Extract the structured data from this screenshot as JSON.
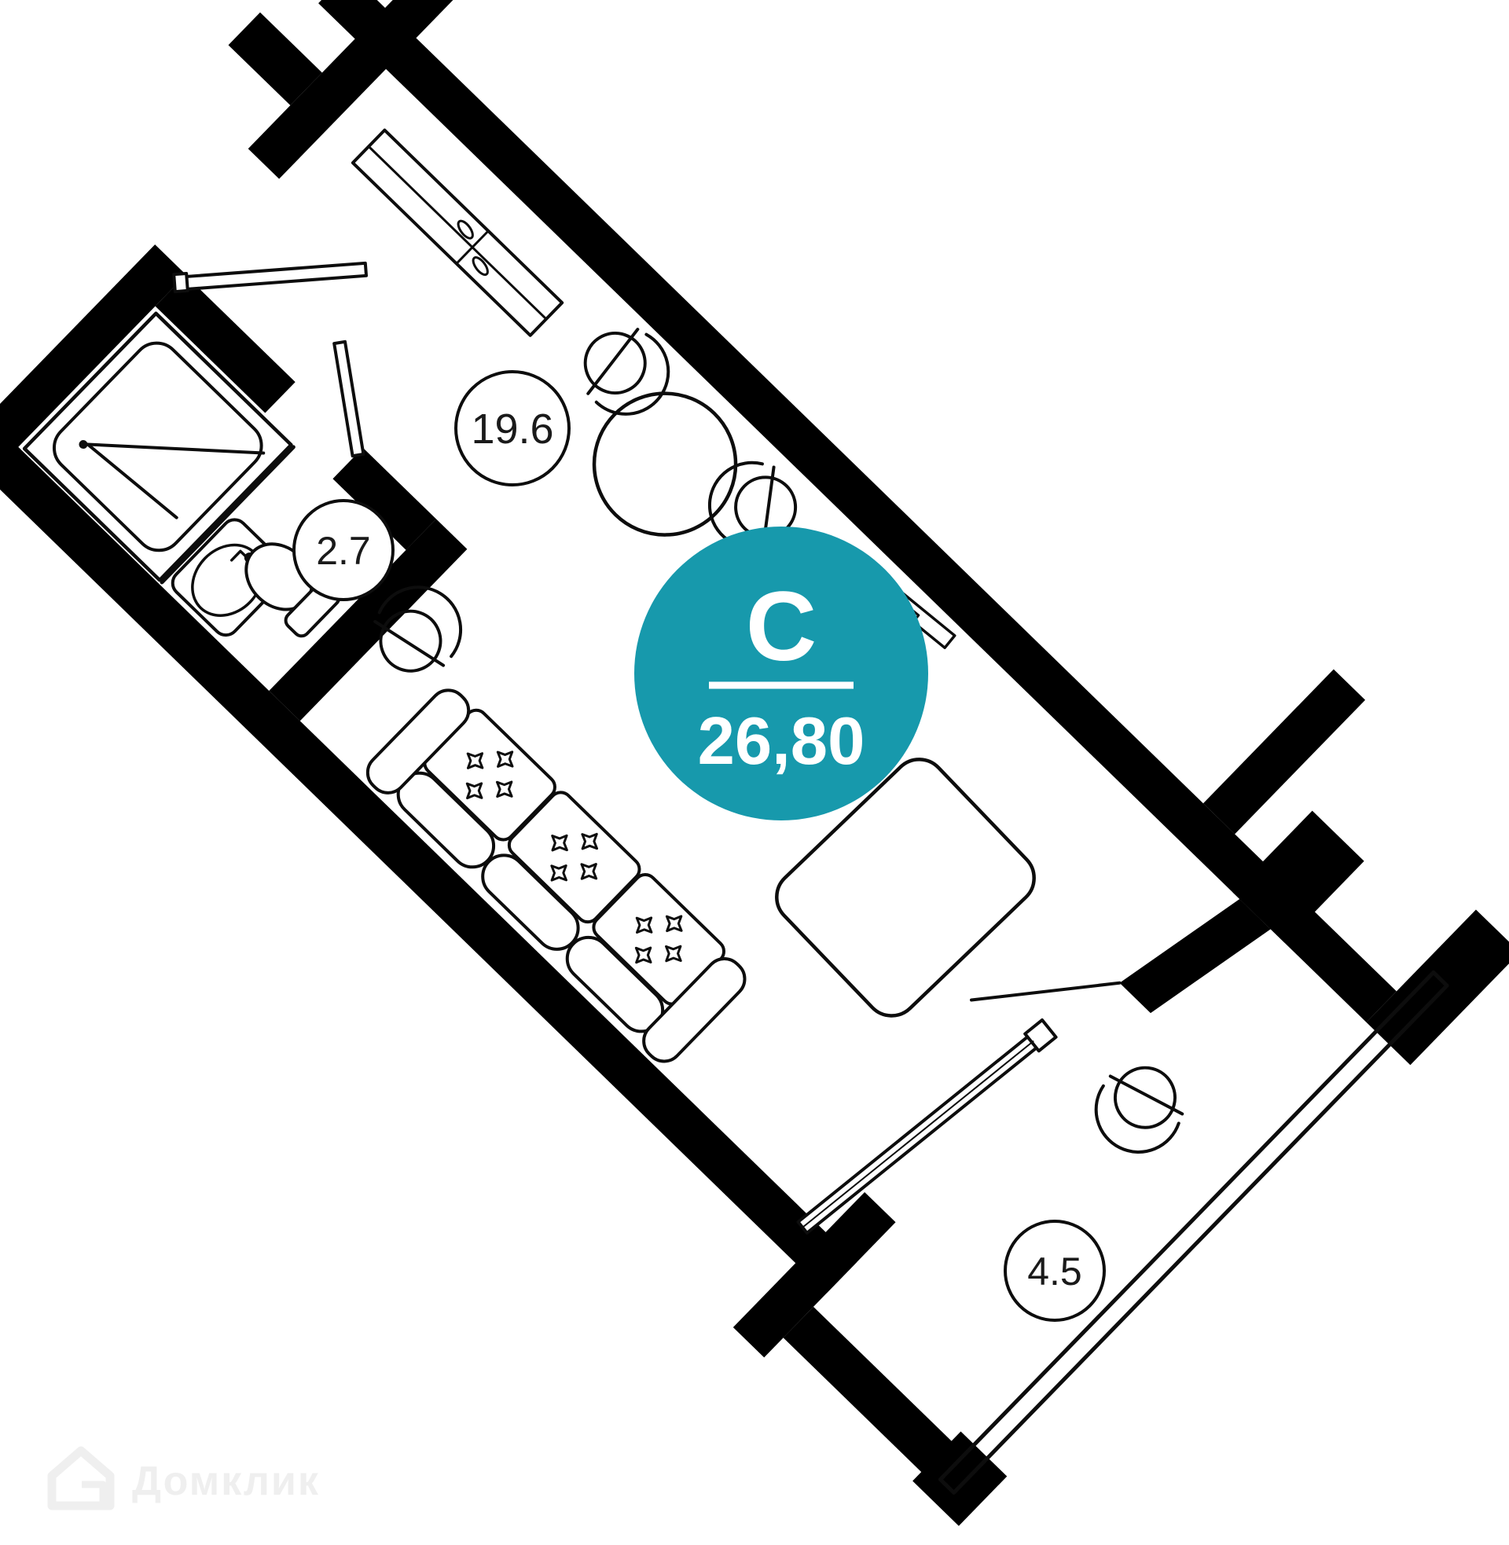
{
  "plan": {
    "kind": "studio-apartment-floor-plan",
    "badge": {
      "type_letter": "С",
      "total_area": "26,80",
      "color": "#1799AC",
      "text_color": "#FFFFFF"
    },
    "rooms": [
      {
        "id": "living-room",
        "label": "19.6"
      },
      {
        "id": "bathroom",
        "label": "2.7"
      },
      {
        "id": "balcony",
        "label": "4.5"
      }
    ],
    "watermark": {
      "text": "Домклик",
      "color": "#EFEFEF"
    },
    "colors": {
      "walls": "#000000",
      "background": "#FFFFFF",
      "furniture_lines": "#0d0d0d"
    }
  }
}
